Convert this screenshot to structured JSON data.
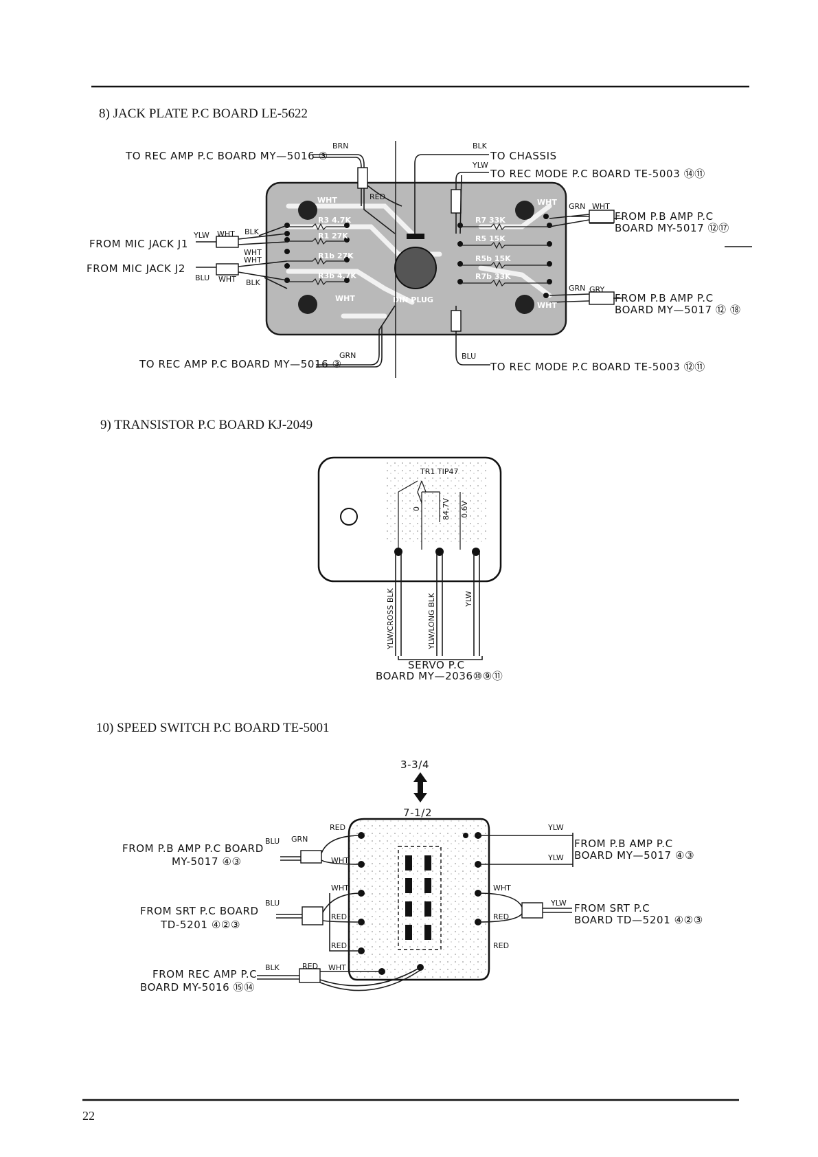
{
  "page_number": "22",
  "sections": [
    {
      "title": "8) JACK PLATE P.C  BOARD LE-5622",
      "labels": {
        "to_rec_amp_top": "TO REC AMP P.C BOARD MY—5016 ③",
        "to_chassis": "TO CHASSIS",
        "to_rec_mode_top": "TO REC MODE P.C BOARD TE-5003 ⑭⑪",
        "from_pb_amp_top_1": "FROM P.B AMP P.C",
        "from_pb_amp_top_2": "BOARD  MY-5017  ⑫⑰",
        "from_mic_j1": "FROM  MIC  JACK  J1",
        "from_mic_j2": "FROM  MIC  JACK  J2",
        "from_pb_amp_bot_1": "FROM P.B AMP P.C",
        "from_pb_amp_bot_2": "BOARD  MY—5017 ⑫ ⑱",
        "to_rec_amp_bot": "TO REC AMP P.C BOARD MY—5016 ③",
        "to_rec_mode_bot": "TO REC MODE P.C BOARD TE-5003 ⑫⑪"
      },
      "wires": {
        "brn": "BRN",
        "blk": "BLK",
        "ylw": "YLW",
        "red": "RED",
        "wht": "WHT",
        "grn": "GRN",
        "blu": "BLU",
        "gry": "GRY"
      },
      "components": {
        "r3": "R3 4.7K",
        "r1": "R1 27K",
        "r1b": "R1b 27K",
        "r3b": "R3b 4.7K",
        "r7": "R7 33K",
        "r5": "R5 15K",
        "r5b": "R5b 15K",
        "r7b": "R7b 33K",
        "din": "DIN PLUG"
      }
    },
    {
      "title": "9) TRANSISTOR P.C  BOARD KJ-2049",
      "labels": {
        "tr": "TR1 TIP47",
        "v0": "0",
        "v1": "84.7V",
        "v2": "0.6V",
        "w1": "YLW/CROSS BLK",
        "w2": "YLW/LONG BLK",
        "w3": "YLW",
        "servo_1": "SERVO  P.C",
        "servo_2": "BOARD  MY—2036⑩⑨⑪"
      }
    },
    {
      "title": "10) SPEED SWITCH P.C  BOARD TE-5001",
      "labels": {
        "speed_hi": "3-3/4",
        "speed_lo": "7-1/2",
        "from_pb_amp_l_1": "FROM  P.B  AMP  P.C  BOARD",
        "from_pb_amp_l_2": "MY-5017  ④③",
        "from_srt_l_1": "FROM  SRT  P.C  BOARD",
        "from_srt_l_2": "TD-5201  ④②③",
        "from_rec_amp_1": "FROM  REC  AMP  P.C",
        "from_rec_amp_2": "BOARD  MY-5016  ⑮⑭",
        "from_pb_amp_r_1": "FROM  P.B  AMP  P.C",
        "from_pb_amp_r_2": "BOARD  MY—5017  ④③",
        "from_srt_r_1": "FROM  SRT  P.C",
        "from_srt_r_2": "BOARD  TD—5201  ④②③"
      }
    }
  ]
}
